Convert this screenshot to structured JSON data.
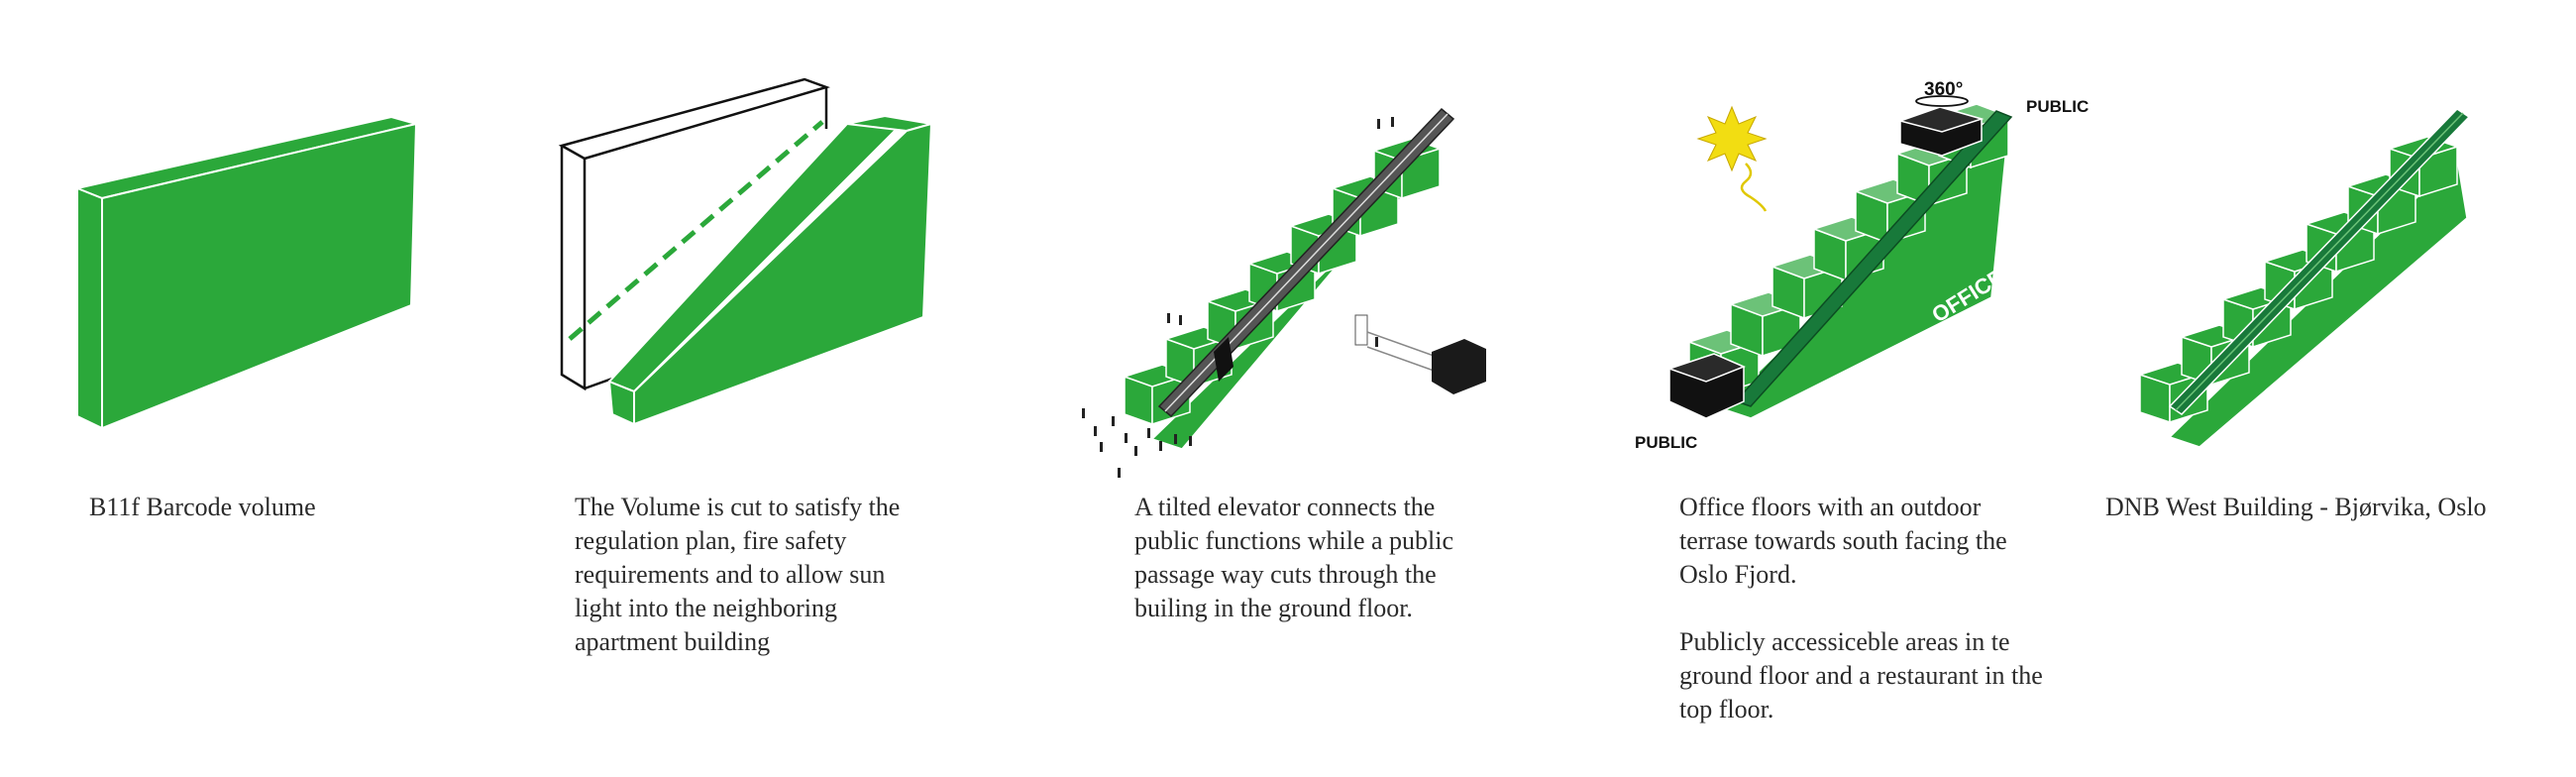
{
  "colors": {
    "green": "#2ba83a",
    "green_light": "#6cc278",
    "green_dark": "#18793a",
    "outline": "#111111",
    "text": "#2b2b2b",
    "sun": "#f2dd12"
  },
  "panels": [
    {
      "caption": [
        "B11f Barcode volume"
      ]
    },
    {
      "caption": [
        "The Volume is cut to satisfy the regulation plan, fire safety requirements and to allow sun light into the neighboring apartment building"
      ]
    },
    {
      "caption": [
        "A tilted elevator connects the public functions while a public passage way cuts through the builing in the ground floor."
      ]
    },
    {
      "caption": [
        "Office floors with an outdoor terrase towards south facing the Oslo Fjord.",
        "Publicly accessiceble areas in te ground floor and a restaurant in the top floor."
      ],
      "labels": {
        "rotate": "360°",
        "public_top": "PUBLIC",
        "public_bottom": "PUBLIC",
        "office": "OFFICE"
      },
      "icons": [
        "sun-icon",
        "rotate-arrow-icon"
      ]
    },
    {
      "caption": [
        "DNB West Building - Bjørvika, Oslo"
      ]
    }
  ]
}
